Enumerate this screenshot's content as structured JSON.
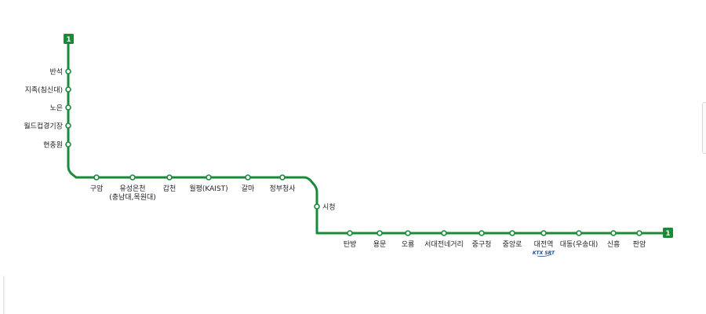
{
  "line": {
    "number": "1",
    "color": "#1a8a3a"
  },
  "stations": [
    {
      "id": "bansuk",
      "lines": [
        "반석"
      ]
    },
    {
      "id": "jijok",
      "lines": [
        "지족(침신대)"
      ]
    },
    {
      "id": "noeun",
      "lines": [
        "노은"
      ]
    },
    {
      "id": "worldcup",
      "lines": [
        "월드컵경기장"
      ]
    },
    {
      "id": "hyeonchungwon",
      "lines": [
        "현충원"
      ]
    },
    {
      "id": "guam",
      "lines": [
        "구암"
      ]
    },
    {
      "id": "yuseongoncheon",
      "lines": [
        "유성온천",
        "(충남대,목원대)"
      ]
    },
    {
      "id": "gapcheon",
      "lines": [
        "갑천"
      ]
    },
    {
      "id": "wolpyeong",
      "lines": [
        "월평(KAIST)"
      ]
    },
    {
      "id": "galma",
      "lines": [
        "갈마"
      ]
    },
    {
      "id": "government",
      "lines": [
        "정부청사"
      ]
    },
    {
      "id": "cityhall",
      "lines": [
        "시청"
      ]
    },
    {
      "id": "tanbang",
      "lines": [
        "탄방"
      ]
    },
    {
      "id": "yongmun",
      "lines": [
        "용문"
      ]
    },
    {
      "id": "oryong",
      "lines": [
        "오룡"
      ]
    },
    {
      "id": "seodaejeon",
      "lines": [
        "서대전네거리"
      ]
    },
    {
      "id": "junggu",
      "lines": [
        "중구청"
      ]
    },
    {
      "id": "jungangno",
      "lines": [
        "중앙로"
      ]
    },
    {
      "id": "daejeon",
      "lines": [
        "대전역"
      ],
      "transfer": "KTX SRT"
    },
    {
      "id": "daedong",
      "lines": [
        "대동(우송대)"
      ]
    },
    {
      "id": "sinheung",
      "lines": [
        "신흥"
      ]
    },
    {
      "id": "panam",
      "lines": [
        "판암"
      ]
    }
  ]
}
